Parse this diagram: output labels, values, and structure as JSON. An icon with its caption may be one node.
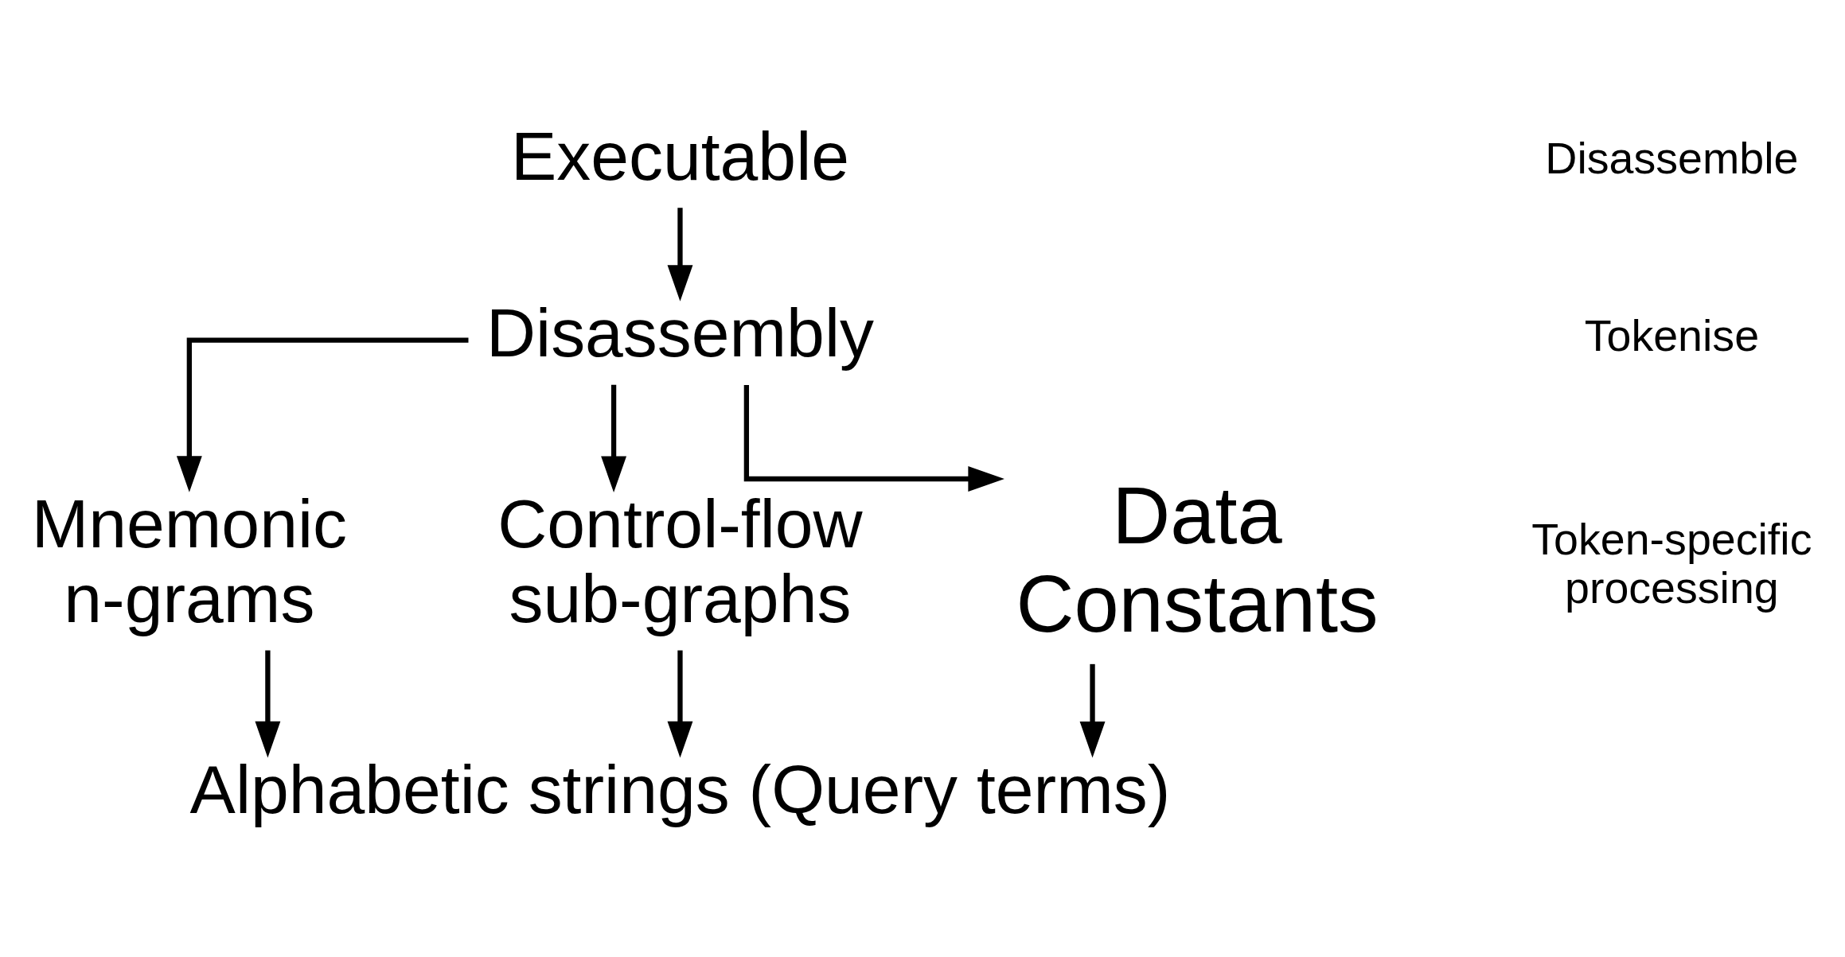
{
  "diagram": {
    "nodes": [
      {
        "text": [
          "Executable"
        ]
      },
      {
        "text": [
          "Disassembly"
        ]
      },
      {
        "text": [
          "Mnemonic n-grams"
        ]
      },
      {
        "text": [
          "Control-flow sub-graphs"
        ]
      },
      {
        "text": [
          "Data Constants"
        ]
      },
      {
        "text": [
          "Alphabetic strings (Query terms)"
        ]
      }
    ],
    "edges": [
      {
        "from": 0,
        "to": 1,
        "arrow": "to"
      },
      {
        "from": 1,
        "to": 2,
        "arrow": "to"
      },
      {
        "from": 1,
        "to": 3,
        "arrow": "to"
      },
      {
        "from": 1,
        "to": 4,
        "arrow": "to"
      },
      {
        "from": 2,
        "to": 5,
        "arrow": "to"
      },
      {
        "from": 3,
        "to": 5,
        "arrow": "to"
      },
      {
        "from": 4,
        "to": 5,
        "arrow": "to"
      }
    ],
    "labels": [
      "Disassemble",
      "Tokenise",
      "Token-specific processing"
    ]
  }
}
